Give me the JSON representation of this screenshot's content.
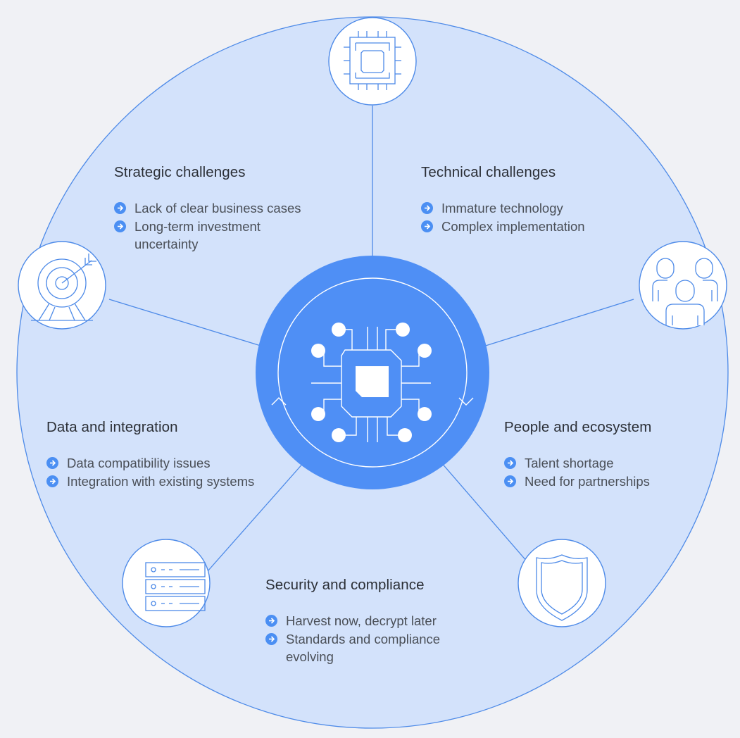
{
  "colors": {
    "background": "#f0f1f5",
    "outer_circle": "#d3e2fb",
    "outline": "#4d8ae8",
    "center_circle": "#4f8ff5",
    "bullet": "#4b8ff3",
    "heading_text": "#2b2f36",
    "body_text": "#4a4f57"
  },
  "icons": {
    "top": "processor-chip-icon",
    "left": "target-arrow-icon",
    "right": "people-group-icon",
    "bottom_left": "server-rack-icon",
    "bottom_right": "shield-icon",
    "center": "circuit-chip-icon",
    "bullet": "arrow-right-circle-icon"
  },
  "sections": {
    "strategic": {
      "title": "Strategic challenges",
      "items": [
        "Lack of clear business cases",
        "Long-term investment uncertainty"
      ]
    },
    "technical": {
      "title": "Technical challenges",
      "items": [
        "Immature technology",
        "Complex implementation"
      ]
    },
    "data": {
      "title": "Data and integration",
      "items": [
        "Data compatibility issues",
        "Integration with existing systems"
      ]
    },
    "people": {
      "title": "People and ecosystem",
      "items": [
        "Talent shortage",
        "Need for partnerships"
      ]
    },
    "security": {
      "title": "Security and compliance",
      "items": [
        "Harvest now, decrypt later",
        "Standards and compliance evolving"
      ]
    }
  }
}
